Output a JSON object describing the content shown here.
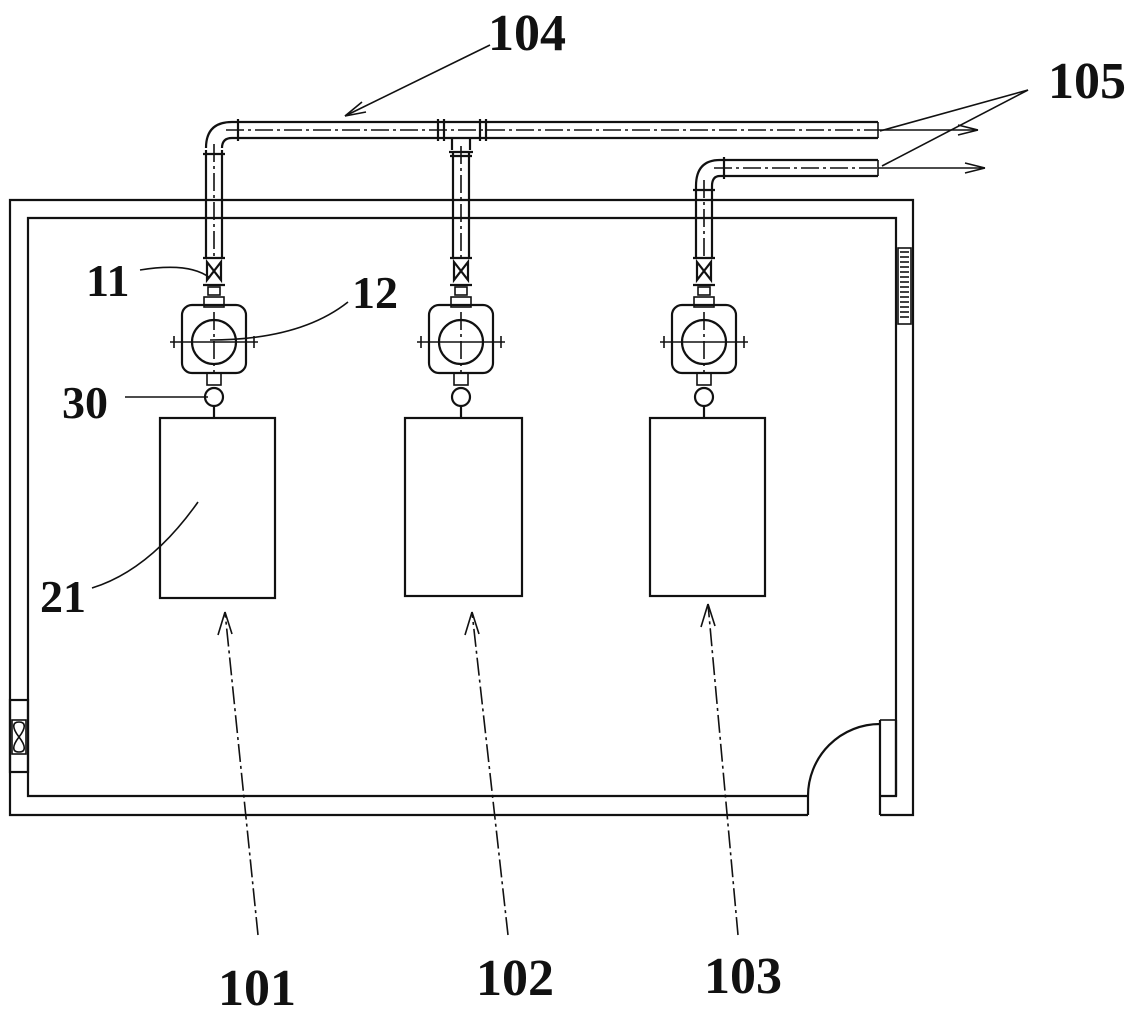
{
  "labels": {
    "main_pipe": "104",
    "branch_pipe": "105",
    "valve": "11",
    "pump": "12",
    "fitting": "30",
    "tank": "21",
    "unit_1": "101",
    "unit_2": "102",
    "unit_3": "103"
  }
}
